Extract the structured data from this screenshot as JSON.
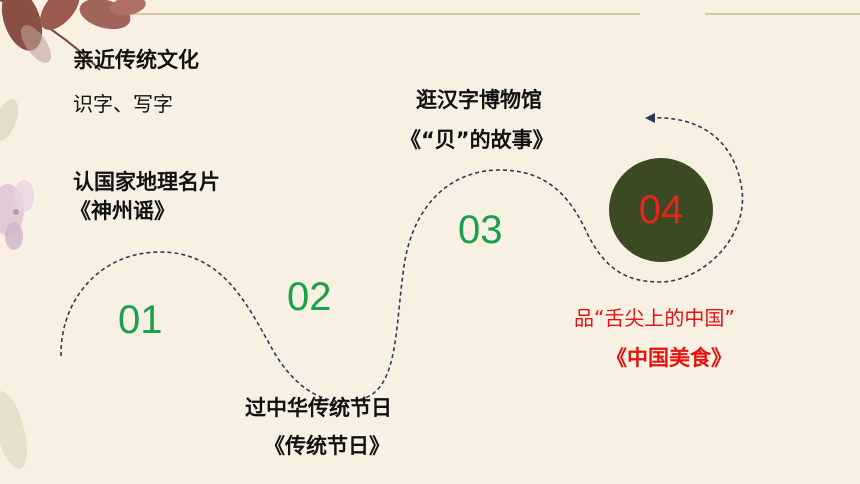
{
  "items": [
    {
      "title": "亲近传统文化",
      "subtitle": "识字、写字"
    },
    {
      "title": "认国家地理名片",
      "subtitle": "《神州谣》",
      "number": "01"
    },
    {
      "title": "过中华传统节日",
      "subtitle": "《传统节日》",
      "number": "02"
    },
    {
      "title": "逛汉字博物馆",
      "subtitle": "《“贝”的故事》",
      "number": "03"
    },
    {
      "title": "品“舌尖上的中国”",
      "subtitle": "《中国美食》",
      "number": "04"
    }
  ],
  "colors": {
    "background": "#f8f1e3",
    "number_green": "#1aa04a",
    "highlight_red": "#e3140f",
    "circle_fill": "#3b4a22",
    "path_navy": "#2b3a55"
  },
  "decoration": {
    "top_left": "leaf-branch-icon",
    "left_edge": "flower-icon"
  }
}
